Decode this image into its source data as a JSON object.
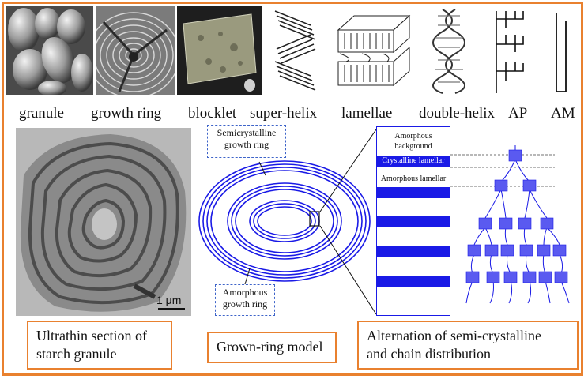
{
  "labels": {
    "granule": "granule",
    "growth_ring": "growth ring",
    "blocklet": "blocklet",
    "super_helix": "super-helix",
    "lamellae": "lamellae",
    "double_helix": "double-helix",
    "ap": "AP",
    "am": "AM"
  },
  "micrograph": {
    "scale": "1 μm"
  },
  "ring_model": {
    "semicrystalline": [
      "Semicrystalline",
      "growth ring"
    ],
    "amorphous": [
      "Amorphous",
      "growth ring"
    ]
  },
  "lamella_column": {
    "background": [
      "Amorphous",
      "background"
    ],
    "crystalline": "Crystalline lamellar",
    "amorphous": "Amorphous lamellar"
  },
  "captions": {
    "ultrathin": [
      "Ultrathin section of",
      "starch granule"
    ],
    "grown_ring": "Grown-ring model",
    "alternation": [
      "Alternation of semi-crystalline",
      "and chain distribution"
    ]
  },
  "colors": {
    "frame": "#e9812f",
    "blue": "#1a1ae6",
    "dash": "#3d63c9"
  }
}
